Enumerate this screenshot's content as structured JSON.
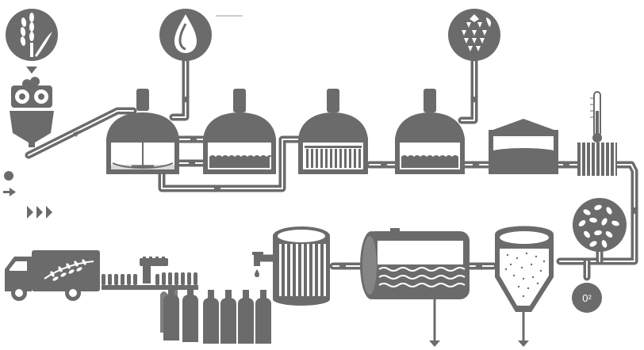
{
  "colors": {
    "primary": "#6b6b6b",
    "light": "#ffffff",
    "accent_dark": "#5a5a5a"
  },
  "inputs": {
    "grain_icon": "wheat-icon",
    "water_icon": "water-drop-icon",
    "hops_icon": "hop-cone-icon"
  },
  "legend": {
    "dot_icon": "dot-icon",
    "arrow_icon": "arrow-right-icon",
    "triple_arrow_icon": "triple-arrow-icon"
  },
  "oxygen": {
    "label": "0²"
  },
  "stages": [
    "grain-mill",
    "mash-tun",
    "lauter-tun",
    "filter-tun",
    "wort-kettle",
    "whirlpool",
    "wort-cooler",
    "yeast-culture",
    "fermentation-tank",
    "maturation-tank",
    "filter-drum",
    "bottling-line",
    "delivery-truck"
  ]
}
